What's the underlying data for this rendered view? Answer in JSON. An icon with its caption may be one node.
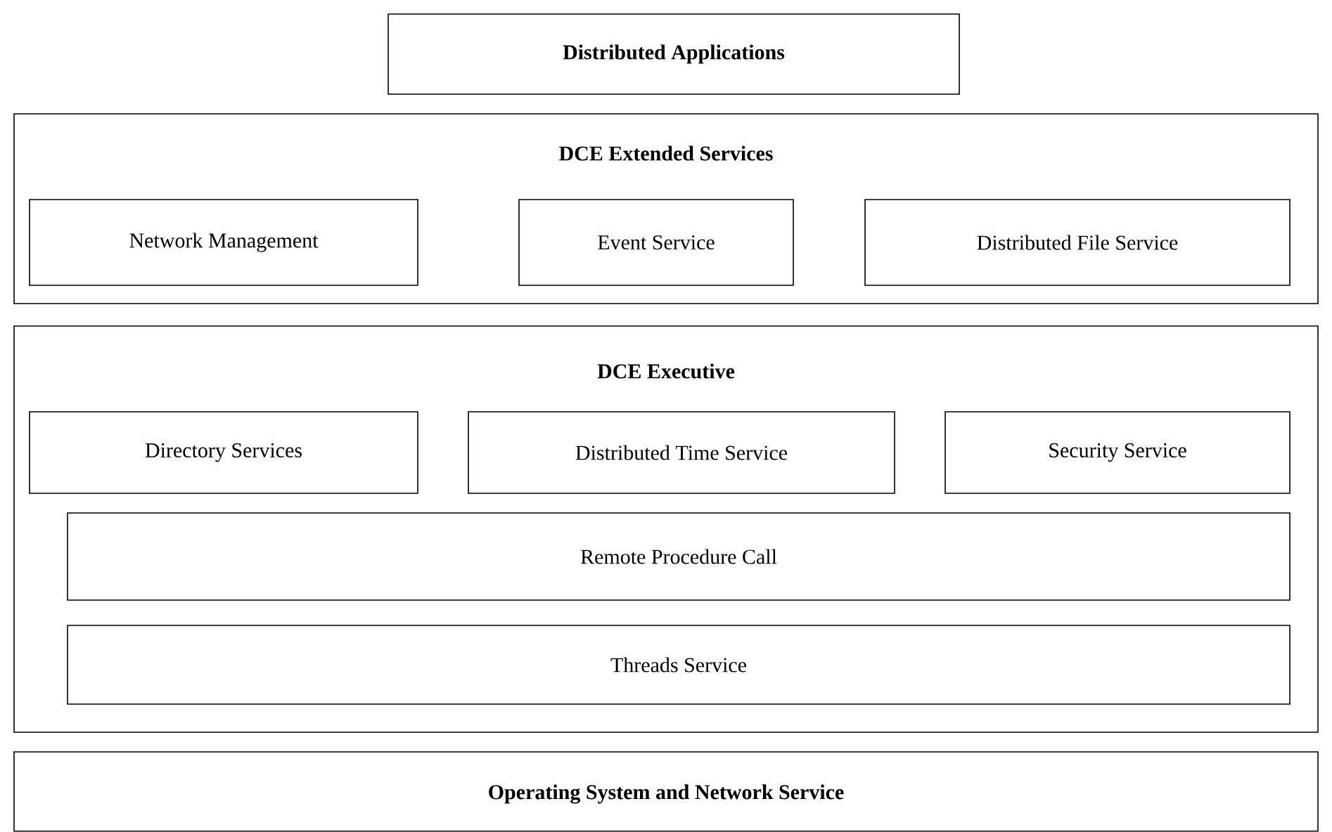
{
  "diagram": {
    "nodes": [
      {
        "text": [
          "Distributed Applications"
        ]
      },
      {
        "text": [
          "DCE Extended Services"
        ]
      },
      {
        "text": [
          "Network Management"
        ],
        "in": 1
      },
      {
        "text": [
          "Event Service"
        ],
        "in": 1
      },
      {
        "text": [
          "Distributed File Service"
        ],
        "in": 1
      },
      {
        "text": [
          "DCE Executive"
        ]
      },
      {
        "text": [
          "Directory Services"
        ],
        "in": 5
      },
      {
        "text": [
          "Distributed Time Service"
        ],
        "in": 5
      },
      {
        "text": [
          "Security Service"
        ],
        "in": 5
      },
      {
        "text": [
          "Remote Procedure Call"
        ],
        "in": 5
      },
      {
        "text": [
          "Threads Service"
        ],
        "in": 5
      },
      {
        "text": [
          "Operating System and Network Service"
        ]
      }
    ]
  }
}
